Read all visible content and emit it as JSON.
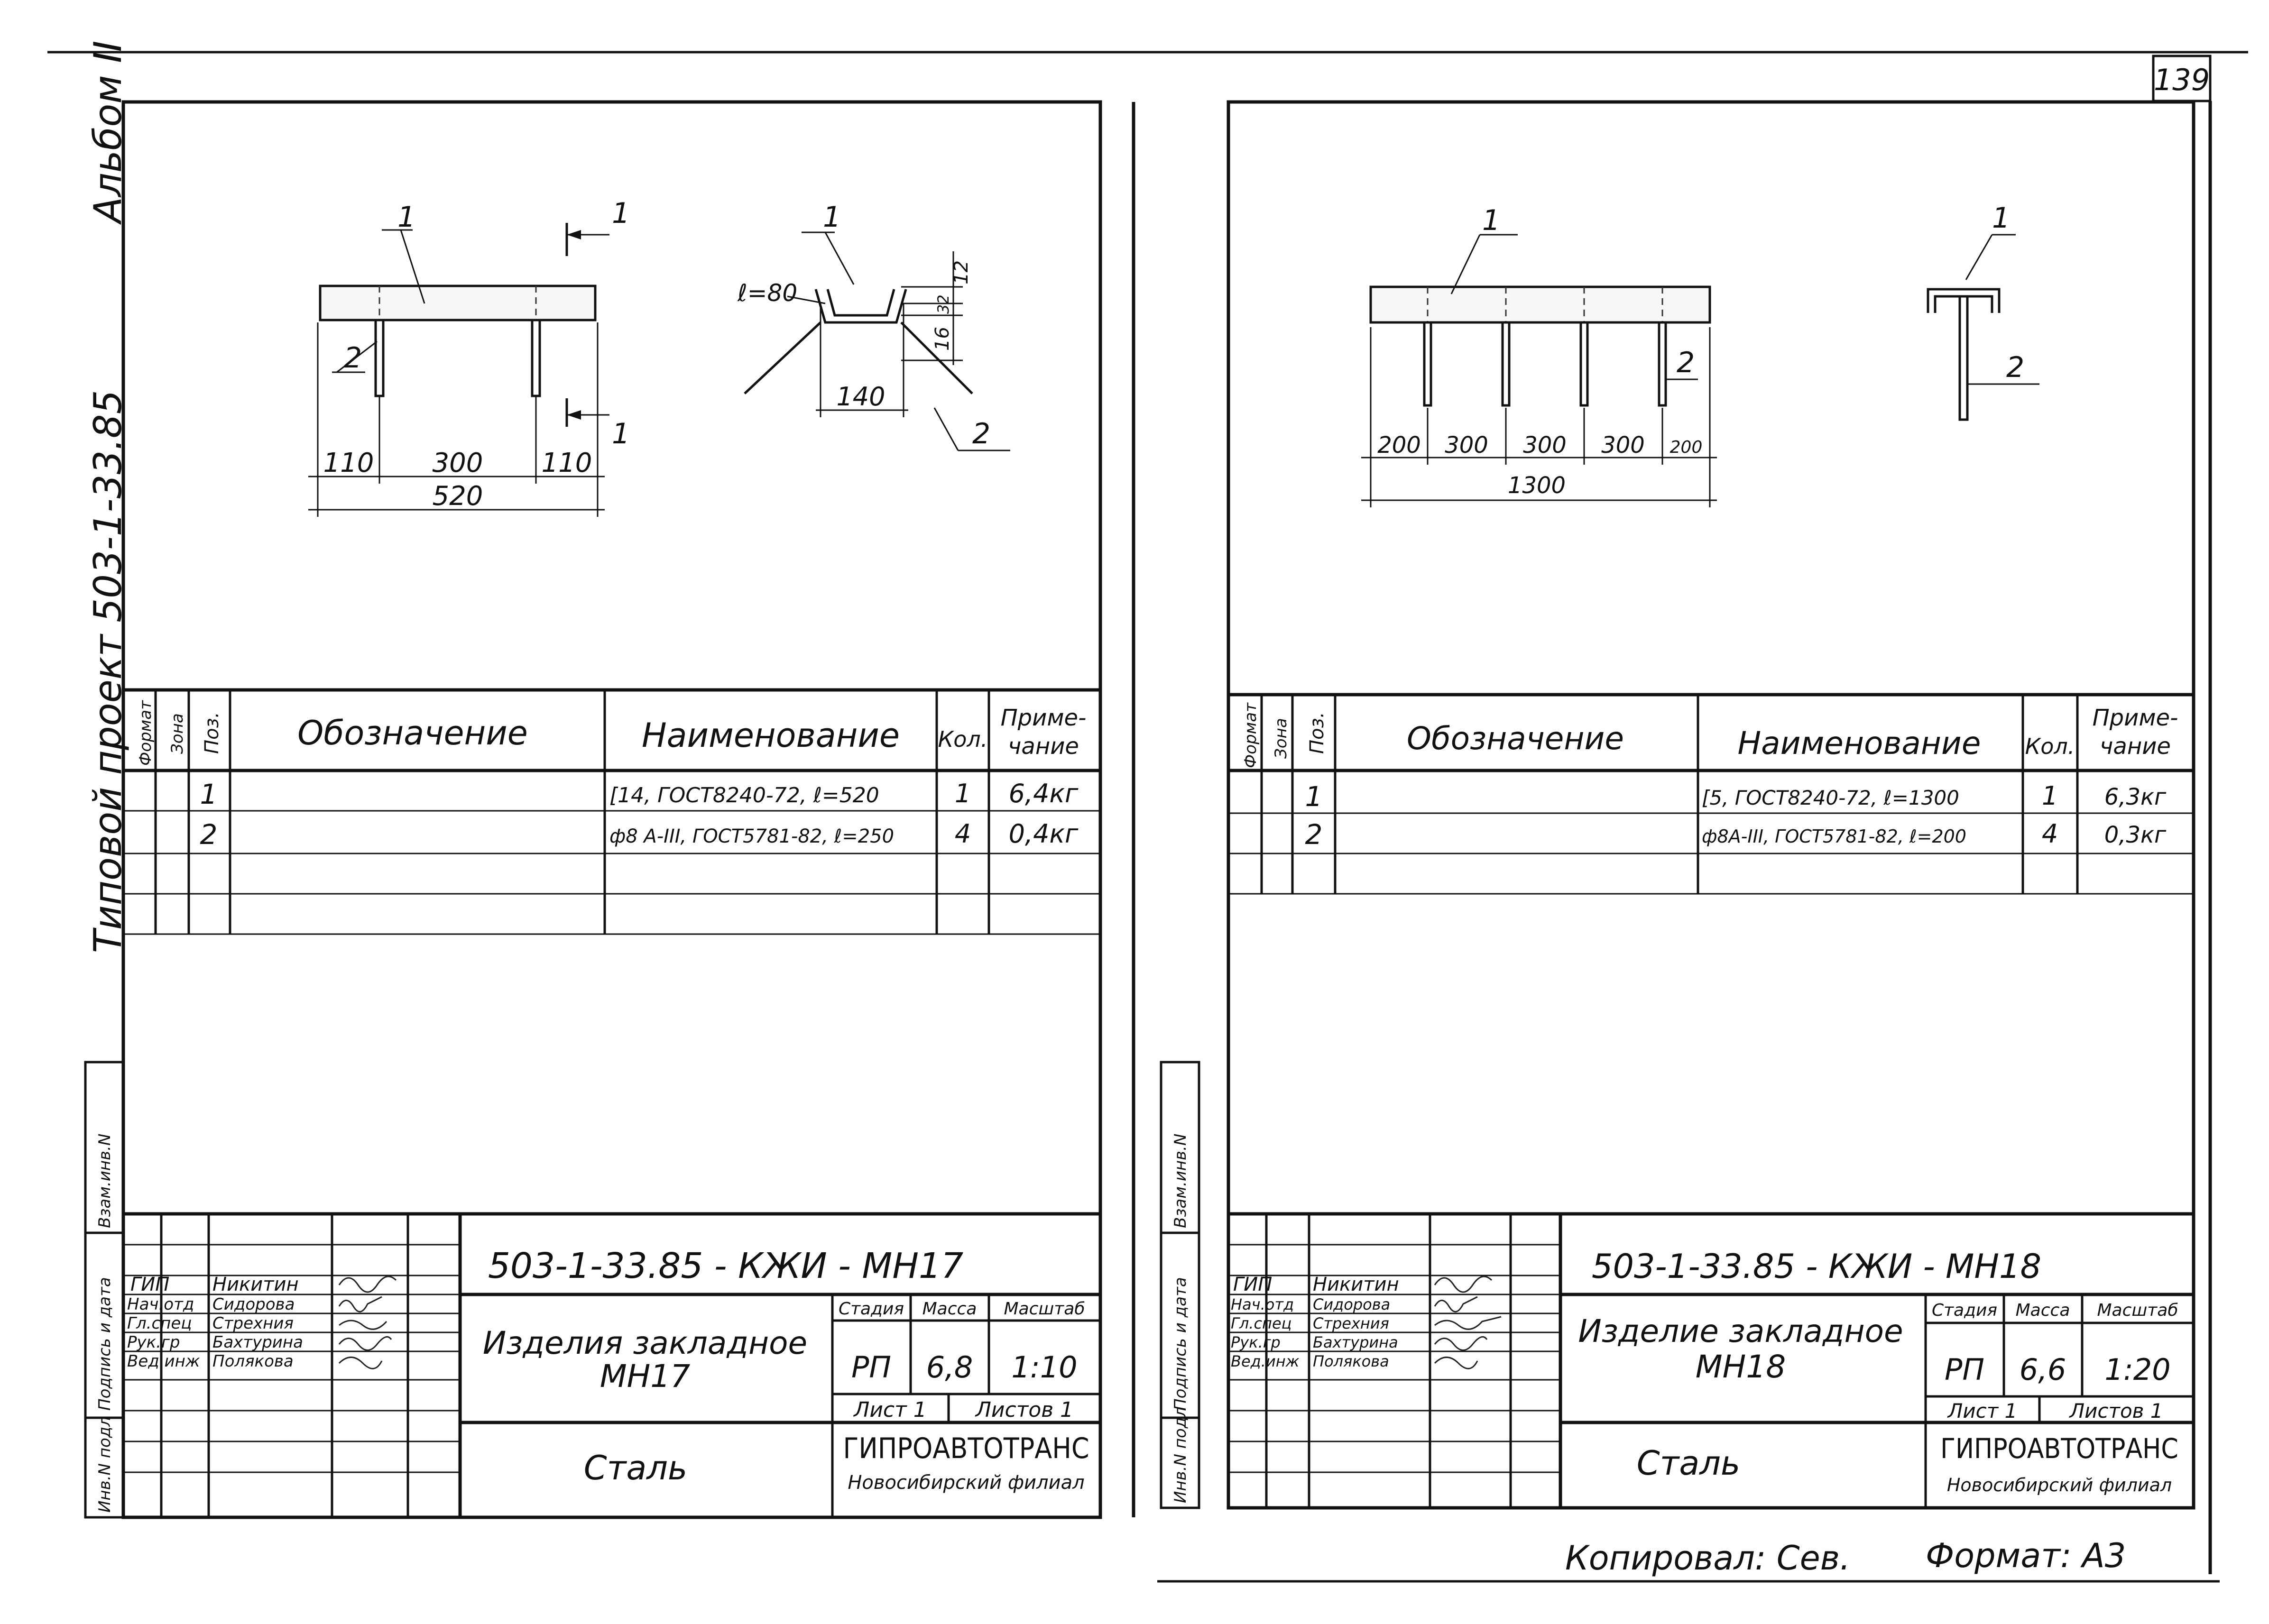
{
  "page_number": "139",
  "left_margin": {
    "album": "Альбом II",
    "project": "Типовой проект 503-1-33.85",
    "stamp_labels": [
      "Инв.N подл",
      "Подпись и дата",
      "Взам.инв.N"
    ]
  },
  "column_headers": {
    "format": "Формат",
    "zone": "Зона",
    "pos": "Поз.",
    "designation": "Обозначение",
    "name": "Наименование",
    "qty": "Кол.",
    "note_line1": "Приме-",
    "note_line2": "чание"
  },
  "left_sheet": {
    "drawing": {
      "leader_1": "1",
      "leader_2": "2",
      "section_mark_top": "1",
      "section_mark_bottom": "1",
      "dims": [
        "110",
        "300",
        "110"
      ],
      "overall": "520",
      "radius": "ℓ=80",
      "width_140": "140",
      "dim_12": "12",
      "dim_32": "32",
      "dim_16": "16",
      "section_leader_1": "1",
      "section_leader_2": "2"
    },
    "spec_rows": [
      {
        "pos": "1",
        "name": "[14, ГОСТ8240-72, ℓ=520",
        "qty": "1",
        "note": "6,4кг"
      },
      {
        "pos": "2",
        "name": "ф8 А-III, ГОСТ5781-82, ℓ=250",
        "qty": "4",
        "note": "0,4кг"
      }
    ],
    "title_block": {
      "code": "503-1-33.85 - КЖИ - МН17",
      "staff": [
        {
          "role": "ГИП",
          "name": "Никитин"
        },
        {
          "role": "Нач.отд",
          "name": "Сидорова"
        },
        {
          "role": "Гл.спец",
          "name": "Стрехния"
        },
        {
          "role": "Рук.гр",
          "name": "Бахтурина"
        },
        {
          "role": "Вед.инж",
          "name": "Полякова"
        }
      ],
      "title_line1": "Изделия закладное",
      "title_line2": "МН17",
      "material": "Сталь",
      "stage_label": "Стадия",
      "mass_label": "Масса",
      "scale_label": "Масштаб",
      "stage": "РП",
      "mass": "6,8",
      "scale": "1:10",
      "sheet_label": "Лист 1",
      "sheets_label": "Листов 1",
      "org": "ГИПРОАВТОТРАНС",
      "branch": "Новосибирский филиал"
    }
  },
  "right_sheet": {
    "drawing": {
      "leader_1": "1",
      "leader_2": "2",
      "dims": [
        "200",
        "300",
        "300",
        "300",
        "200"
      ],
      "overall": "1300",
      "section_leader_1": "1",
      "section_leader_2": "2"
    },
    "spec_rows": [
      {
        "pos": "1",
        "name": "[5, ГОСТ8240-72, ℓ=1300",
        "qty": "1",
        "note": "6,3кг"
      },
      {
        "pos": "2",
        "name": "ф8А-III, ГОСТ5781-82, ℓ=200",
        "qty": "4",
        "note": "0,3кг"
      }
    ],
    "title_block": {
      "code": "503-1-33.85 - КЖИ - МН18",
      "staff": [
        {
          "role": "ГИП",
          "name": "Никитин"
        },
        {
          "role": "Нач.отд",
          "name": "Сидорова"
        },
        {
          "role": "Гл.спец",
          "name": "Стрехния"
        },
        {
          "role": "Рук.гр",
          "name": "Бахтурина"
        },
        {
          "role": "Вед.инж",
          "name": "Полякова"
        }
      ],
      "title_line1": "Изделие закладное",
      "title_line2": "МН18",
      "material": "Сталь",
      "stage_label": "Стадия",
      "mass_label": "Масса",
      "scale_label": "Масштаб",
      "stage": "РП",
      "mass": "6,6",
      "scale": "1:20",
      "sheet_label": "Лист 1",
      "sheets_label": "Листов 1",
      "org": "ГИПРОАВТОТРАНС",
      "branch": "Новосибирский филиал"
    }
  },
  "footer": {
    "copied": "Копировал: Сев.",
    "format": "Формат: А3"
  }
}
